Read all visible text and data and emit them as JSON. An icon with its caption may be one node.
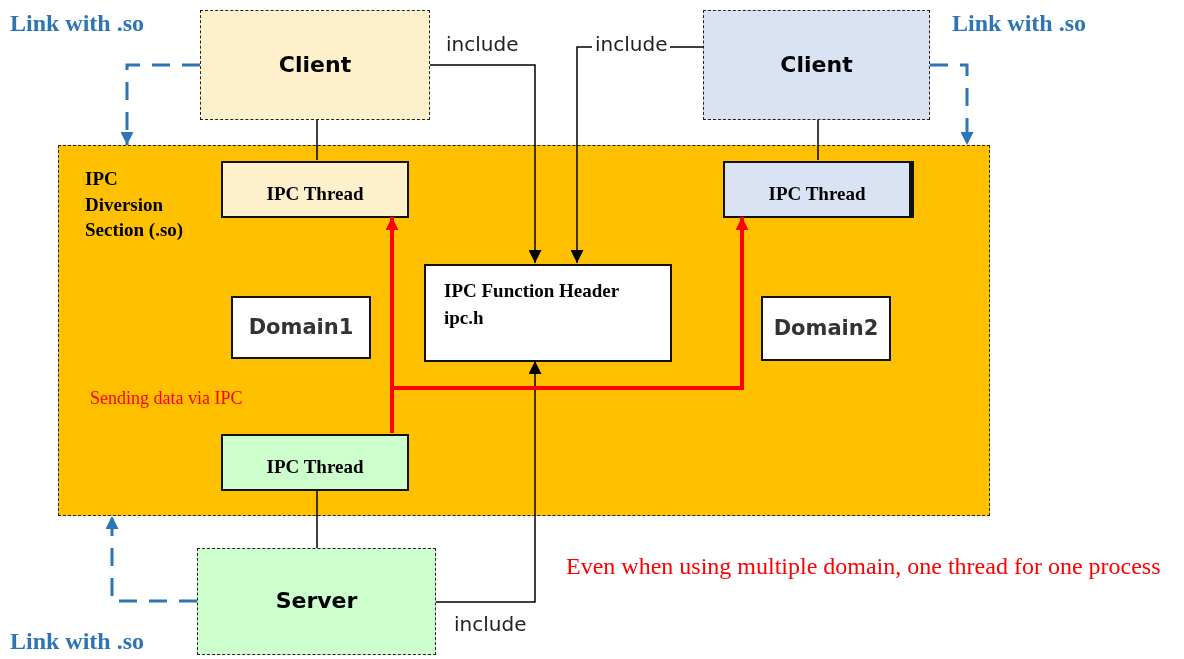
{
  "diagram": {
    "nodes": [
      {
        "text": [
          "Client"
        ]
      },
      {
        "text": [
          "Client"
        ]
      },
      {
        "text": [
          "IPC Diversion Section (.so)"
        ]
      },
      {
        "text": [
          "IPC Thread"
        ],
        "in": 2
      },
      {
        "text": [
          "IPC Thread"
        ],
        "in": 2
      },
      {
        "text": [
          "IPC Function Header",
          "ipc.h"
        ],
        "in": 2
      },
      {
        "text": [
          "Domain1"
        ],
        "in": 2
      },
      {
        "text": [
          "Domain2"
        ],
        "in": 2
      },
      {
        "text": [
          "IPC Thread"
        ],
        "in": 2
      },
      {
        "text": [
          "Server"
        ]
      }
    ],
    "edges": [
      {
        "from": 0,
        "to": 3,
        "arrow": "none"
      },
      {
        "from": 1,
        "to": 4,
        "arrow": "none"
      },
      {
        "from": 0,
        "to": 5,
        "arrow": "to",
        "label": "include"
      },
      {
        "from": 1,
        "to": 5,
        "arrow": "to",
        "label": "include"
      },
      {
        "from": 9,
        "to": 5,
        "arrow": "to",
        "label": "include"
      },
      {
        "from": 9,
        "to": 8,
        "arrow": "none"
      },
      {
        "from": 8,
        "to": 3,
        "arrow": "to",
        "style": "thick",
        "color": "#ff0000"
      },
      {
        "from": 8,
        "to": 4,
        "arrow": "to",
        "style": "thick",
        "color": "#ff0000"
      },
      {
        "from": 0,
        "to": 2,
        "arrow": "to",
        "style": "dashed",
        "color": "#2e75b6"
      },
      {
        "from": 1,
        "to": 2,
        "arrow": "to",
        "style": "dashed",
        "color": "#2e75b6"
      },
      {
        "from": 9,
        "to": 2,
        "arrow": "to",
        "style": "dashed",
        "color": "#2e75b6"
      }
    ],
    "labels": [
      "Link with .so",
      "Link with .so",
      "Sending data via IPC",
      "Even when using multiple domain, one thread for one process",
      "Link with .so"
    ]
  }
}
